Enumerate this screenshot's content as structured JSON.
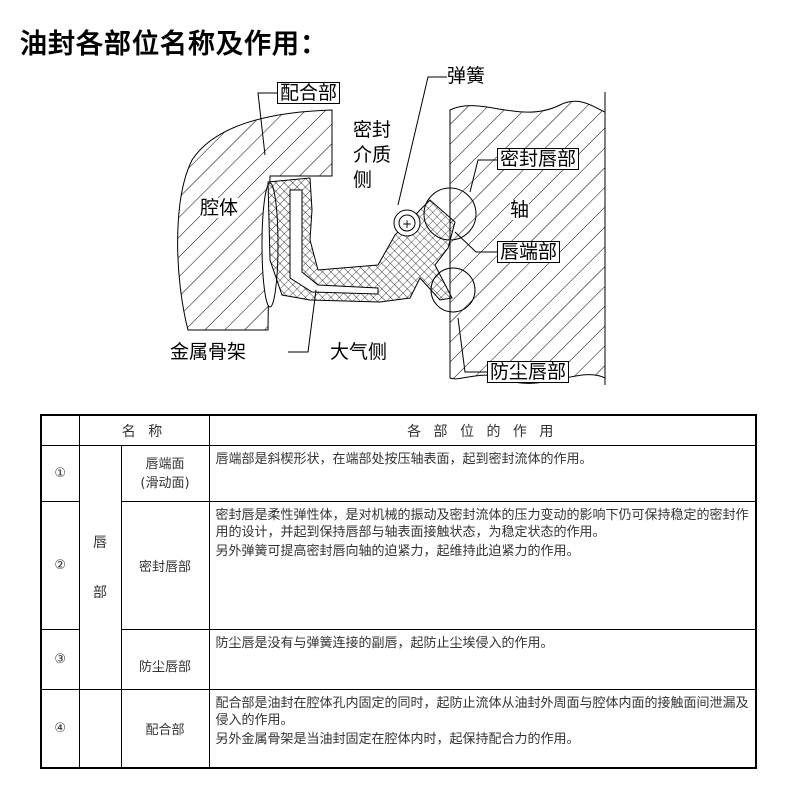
{
  "title": "油封各部位名称及作用：",
  "diagram": {
    "labels": {
      "fit_part": "配合部",
      "spring": "弹簧",
      "medium_side": [
        "密封",
        "介质",
        "侧"
      ],
      "housing": "腔体",
      "shaft": "轴",
      "seal_lip": "密封唇部",
      "lip_edge": "唇端部",
      "dust_lip": "防尘唇部",
      "metal_case": "金属骨架",
      "air_side": "大气侧"
    }
  },
  "table": {
    "headers": {
      "name": "名 称",
      "function": "各 部 位 的 作 用"
    },
    "lip_group": [
      "唇",
      "部"
    ],
    "rows": [
      {
        "num": "①",
        "name": [
          "唇端面",
          "(滑动面)"
        ],
        "desc": [
          "唇端部是斜楔形状，在端部处按压轴表面，起到密封流体的作用。"
        ]
      },
      {
        "num": "②",
        "name": [
          "密封唇部"
        ],
        "desc": [
          "密封唇是柔性弹性体，是对机械的振动及密封流体的压力变动的影响下仍可保持稳定的密封作用的设计，并起到保持唇部与轴表面接触状态，为稳定状态的作用。",
          "另外弹簧可提高密封唇向轴的迫紧力，起维持此迫紧力的作用。"
        ]
      },
      {
        "num": "③",
        "name": [
          "防尘唇部"
        ],
        "desc": [
          "防尘唇是没有与弹簧连接的副唇，起防止尘埃侵入的作用。"
        ]
      },
      {
        "num": "④",
        "name": [
          "配合部"
        ],
        "desc": [
          "配合部是油封在腔体孔内固定的同时，起防止流体从油封外周面与腔体内面的接触面间泄漏及侵入的作用。",
          "另外金属骨架是当油封固定在腔体内时，起保持配合力的作用。"
        ]
      }
    ]
  }
}
